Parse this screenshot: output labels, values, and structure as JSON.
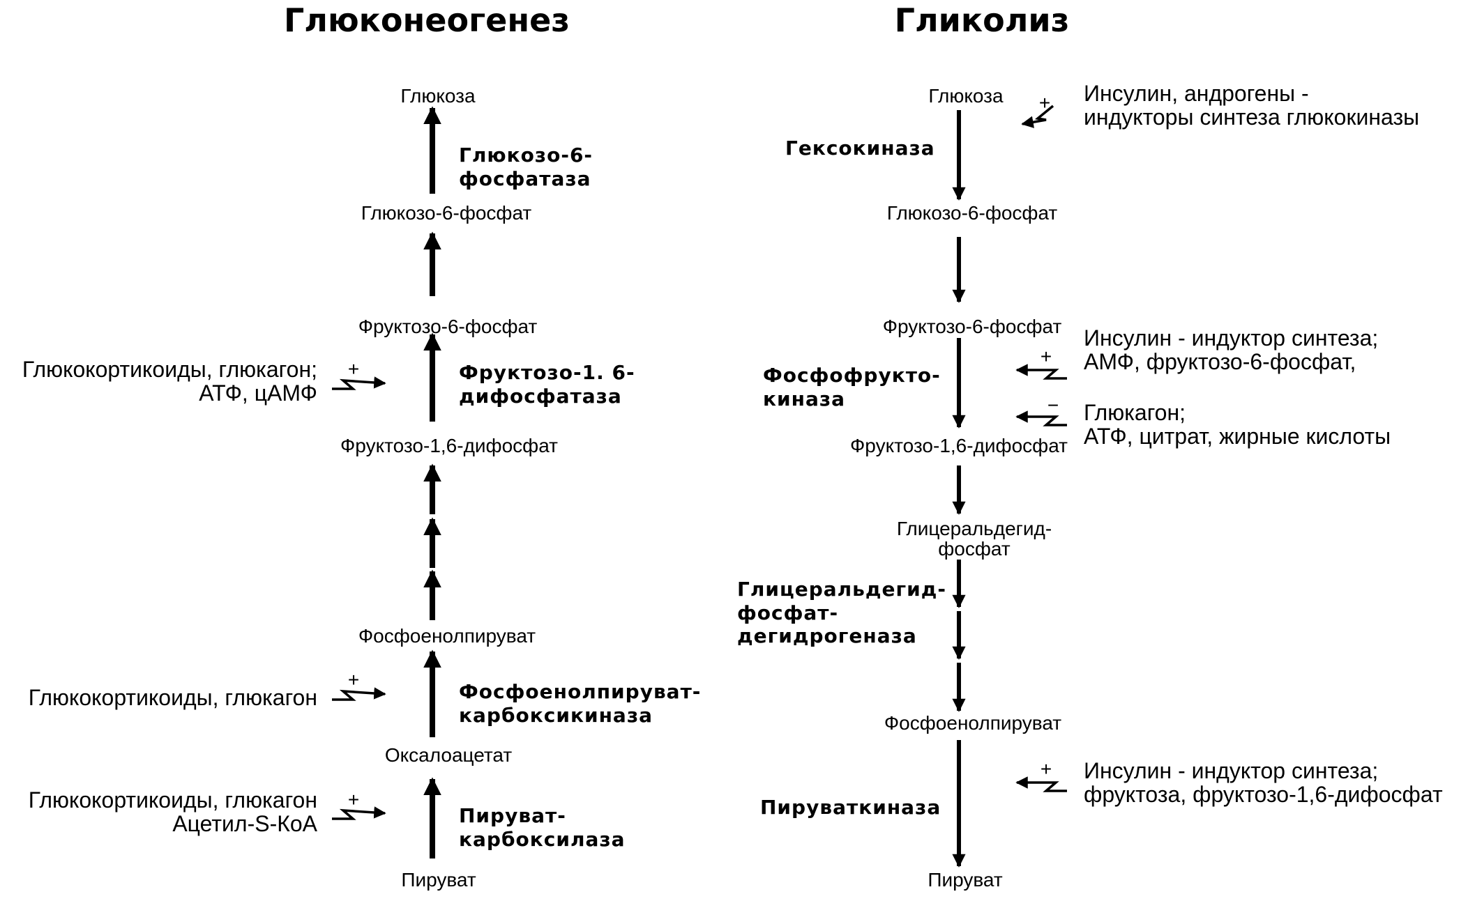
{
  "titles": {
    "gluconeogenesis": "Глюконеогенез",
    "glycolysis": "Гликолиз"
  },
  "gluconeogenesis": {
    "metabolites": {
      "glucose": "Глюкоза",
      "g6p": "Глюкозо-6-фосфат",
      "f6p": "Фруктозо-6-фосфат",
      "f16bp": "Фруктозо-1,6-дифосфат",
      "pep": "Фосфоенолпируват",
      "oxaloacetate": "Оксалоацетат",
      "pyruvate": "Пируват"
    },
    "enzymes": {
      "g6pase": "Глюкозо-6-\nфосфатаза",
      "fbpase": "Фруктозо-1. 6-\nдифосфатаза",
      "pepck": "Фосфоенолпируват-\nкарбоксикиназа",
      "pc": "Пируват-\nкарбоксилаза"
    },
    "regulators": {
      "fbpase": "Глюкокортикоиды, глюкагон;\nАТФ, цАМФ",
      "pepck": "Глюкокортикоиды, глюкагон",
      "pc": "Глюкокортикоиды, глюкагон\nАцетил-S-КоА"
    },
    "signs": {
      "fbpase": "+",
      "pepck": "+",
      "pc": "+"
    }
  },
  "glycolysis": {
    "metabolites": {
      "glucose": "Глюкоза",
      "g6p": "Глюкозо-6-фосфат",
      "f6p": "Фруктозо-6-фосфат",
      "f16bp": "Фруктозо-1,6-дифосфат",
      "g3p": "Глицеральдегид-\nфосфат",
      "pep": "Фосфоенолпируват",
      "pyruvate": "Пируват"
    },
    "enzymes": {
      "hexokinase": "Гексокиназа",
      "pfk": "Фосфофрукто-\nкиназа",
      "gapdh": "Глицеральдегид-\nфосфат-\nдегидрогеназа",
      "pk": "Пируваткиназа"
    },
    "regulators": {
      "hexokinase": "Инсулин, андрогены -\nиндукторы синтеза глюкокиназы",
      "pfk_pos": "Инсулин - индуктор синтеза;\nАМФ, фруктозо-6-фосфат,",
      "pfk_neg": "Глюкагон;\nАТФ, цитрат, жирные кислоты",
      "pk": "Инсулин - индуктор синтеза;\nфруктоза, фруктозо-1,6-дифосфат"
    },
    "signs": {
      "hexokinase": "+",
      "pfk_pos": "+",
      "pfk_neg": "−",
      "pk": "+"
    }
  }
}
